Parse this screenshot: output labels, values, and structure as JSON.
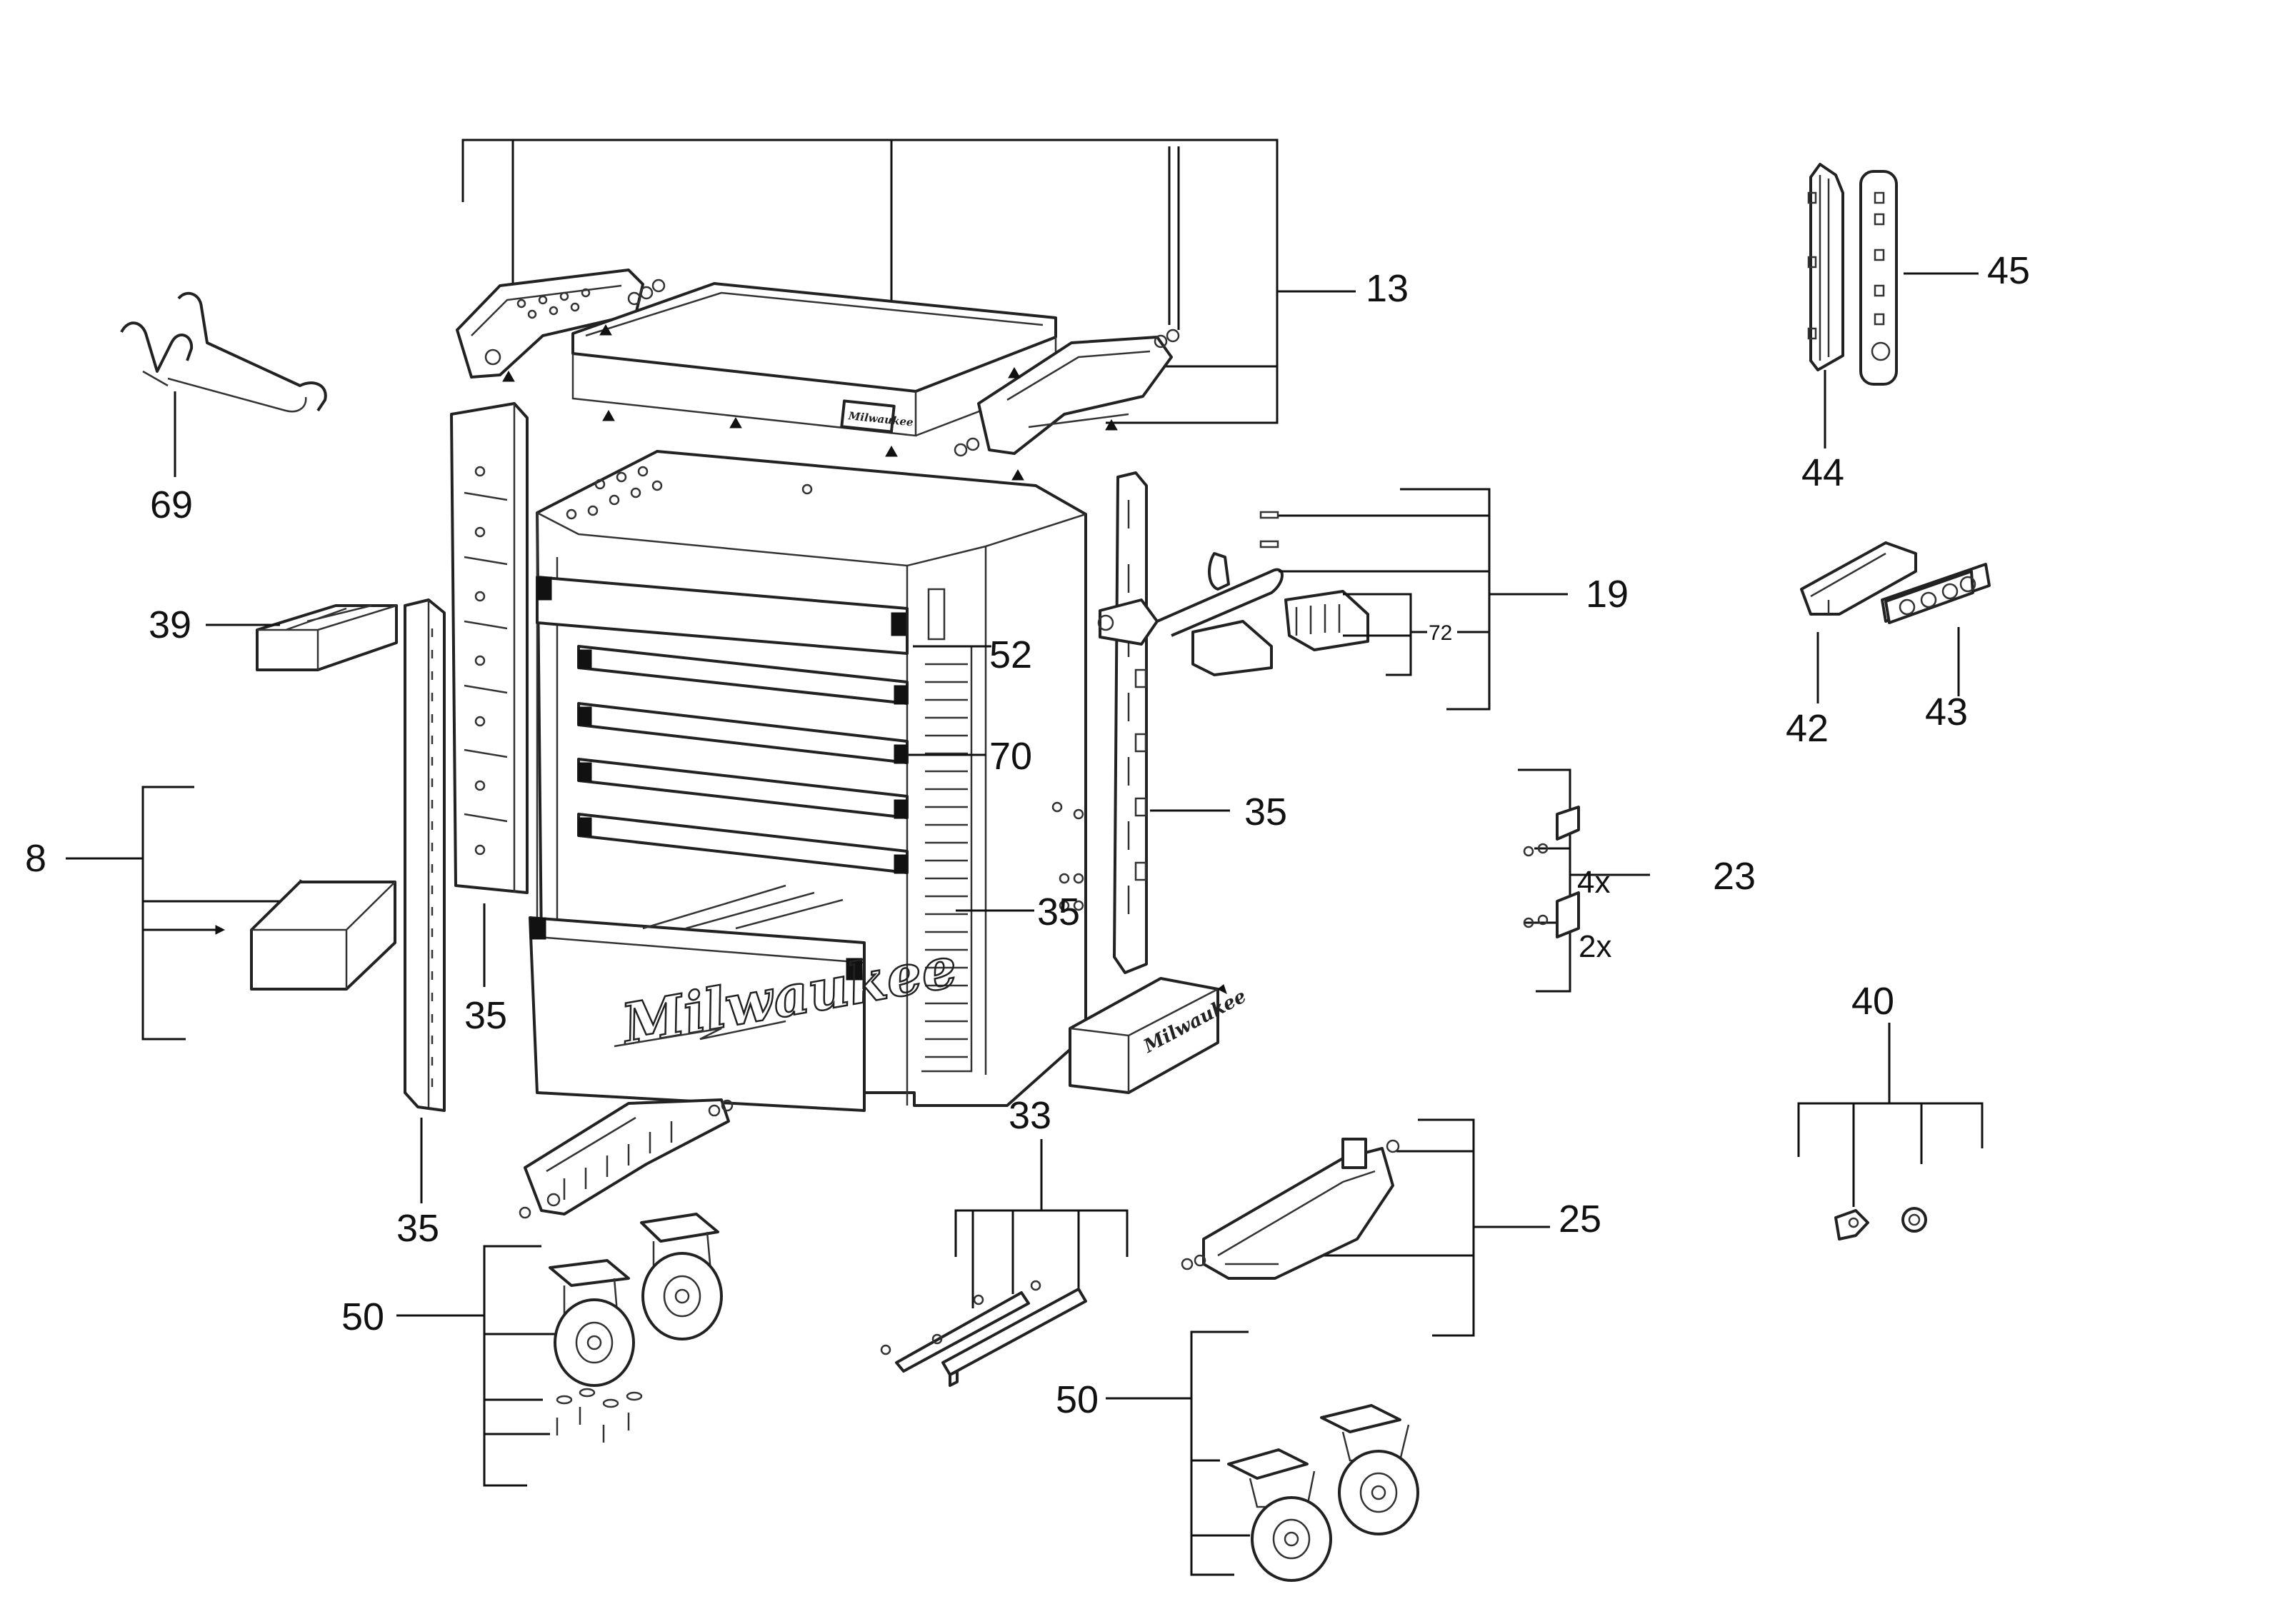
{
  "callouts": {
    "c13": "13",
    "c45": "45",
    "c69": "69",
    "c44": "44",
    "c19": "19",
    "c72": "72",
    "c39": "39",
    "c52": "52",
    "c42": "42",
    "c43": "43",
    "c70": "70",
    "c35_right": "35",
    "c8": "8",
    "c23": "23",
    "c4x": "4x",
    "c35_center": "35",
    "c2x": "2x",
    "c35_left": "35",
    "c40": "40",
    "c33": "33",
    "c25": "25",
    "c35_bottom": "35",
    "c50_left": "50",
    "c50_right": "50"
  },
  "brand": {
    "drawer_logo": "Milwaukee",
    "tray_logo": "Milwaukee",
    "side_bin_logo": "Milwaukee"
  }
}
